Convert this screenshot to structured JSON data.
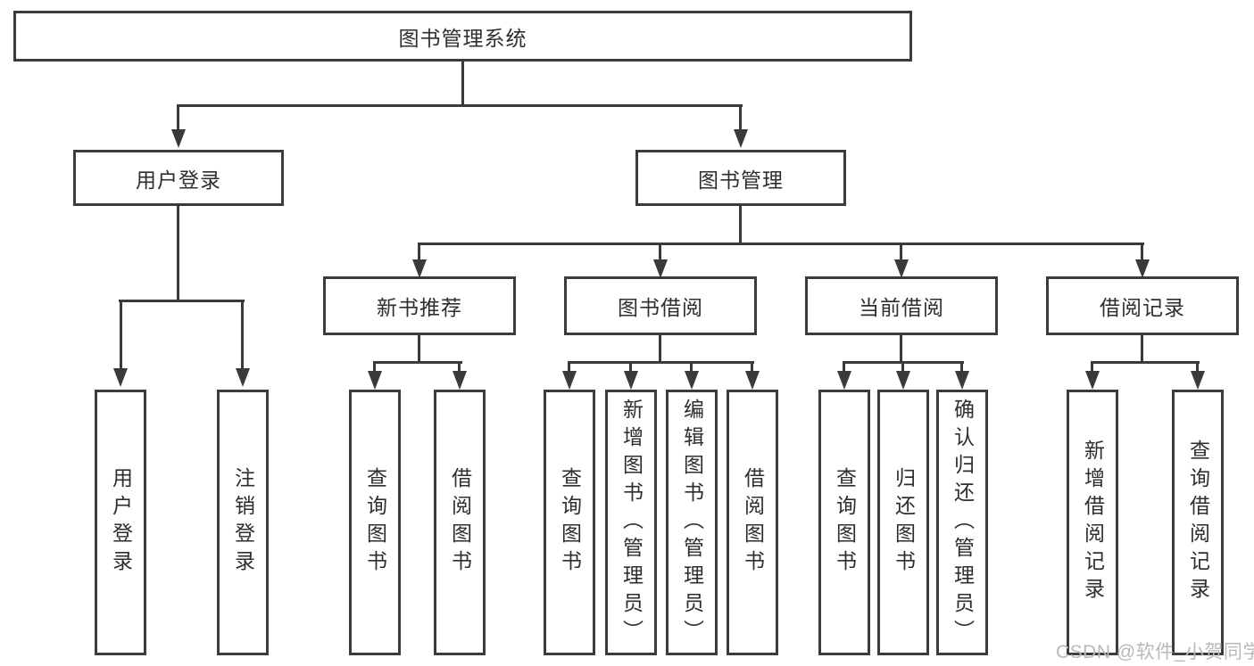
{
  "nodes": {
    "root": "图书管理系统",
    "user_login": "用户登录",
    "book_mgmt": "图书管理",
    "new_books": "新书推荐",
    "book_borrow": "图书借阅",
    "current_borrow": "当前借阅",
    "borrow_records": "借阅记录",
    "leaves": {
      "user_login": [
        "用户登录",
        "注销登录"
      ],
      "new_books": [
        "查询图书",
        "借阅图书"
      ],
      "book_borrow": [
        "查询图书",
        "新增图书（管理员）",
        "编辑图书（管理员）",
        "借阅图书"
      ],
      "current_borrow": [
        "查询图书",
        "归还图书",
        "确认归还（管理员）"
      ],
      "borrow_records": [
        "新增借阅记录",
        "查询借阅记录"
      ]
    }
  },
  "watermark": "CSDN @软件_小贺同学",
  "colors": {
    "line": "#3a3a3a",
    "text": "#2e2e2e",
    "watermark": "#b9b9b9",
    "background": "#ffffff"
  }
}
